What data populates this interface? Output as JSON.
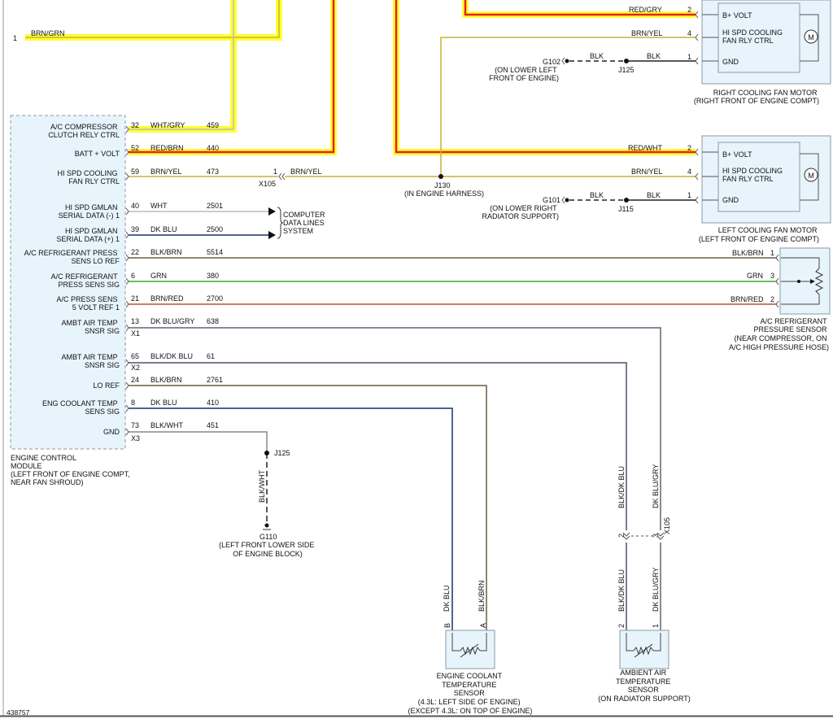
{
  "figure_id": "438757",
  "colors": {
    "highlight": "#ffff33",
    "power": "#e8201a",
    "brn_yel": "#c8b037",
    "blk": "#222222",
    "wht": "#bbbbbb",
    "dk_blu": "#1a2f6b",
    "grn": "#3aaa2a",
    "brn_red": "#b8552a",
    "blk_brn": "#6b5b45",
    "blk_dk_blu": "#4a5466",
    "dk_blu_gry": "#5c6677",
    "component_fill": "#e7f4fb",
    "component_stroke": "#8a9aa6"
  },
  "top_left_wire": {
    "pin": "1",
    "color": "BRN/GRN"
  },
  "ecm": {
    "name": [
      "ENGINE CONTROL",
      "MODULE",
      "(LEFT FRONT OF ENGINE COMPT,",
      "NEAR FAN SHROUD)"
    ],
    "pins": [
      {
        "label": [
          "A/C COMPRESSOR",
          "CLUTCH RELY CTRL"
        ],
        "pin": "32",
        "color": "WHT/GRY",
        "circuit": "459"
      },
      {
        "label": [
          "BATT + VOLT"
        ],
        "pin": "52",
        "color": "RED/BRN",
        "circuit": "440"
      },
      {
        "label": [
          "HI SPD COOLING",
          "FAN RLY CTRL"
        ],
        "pin": "59",
        "color": "BRN/YEL",
        "circuit": "473"
      },
      {
        "label": [
          "HI SPD GMLAN",
          "SERIAL DATA (-) 1"
        ],
        "pin": "40",
        "color": "WHT",
        "circuit": "2501"
      },
      {
        "label": [
          "HI SPD GMLAN",
          "SERIAL DATA (+) 1"
        ],
        "pin": "39",
        "color": "DK BLU",
        "circuit": "2500"
      },
      {
        "label": [
          "A/C REFRIGERANT PRESS",
          "SENS LO REF"
        ],
        "pin": "22",
        "color": "BLK/BRN",
        "circuit": "5514"
      },
      {
        "label": [
          "A/C REFRIGERANT",
          "PRESS SENS SIG"
        ],
        "pin": "6",
        "color": "GRN",
        "circuit": "380"
      },
      {
        "label": [
          "A/C PRESS SENS",
          "5 VOLT REF 1"
        ],
        "pin": "21",
        "color": "BRN/RED",
        "circuit": "2700"
      },
      {
        "label": [
          "AMBT AIR TEMP",
          "SNSR SIG"
        ],
        "pin": "13",
        "color": "DK BLU/GRY",
        "circuit": "638",
        "connector": "X1"
      },
      {
        "label": [
          "AMBT AIR TEMP",
          "SNSR SIG"
        ],
        "pin": "65",
        "color": "BLK/DK BLU",
        "circuit": "61",
        "connector": "X2"
      },
      {
        "label": [
          "LO REF"
        ],
        "pin": "24",
        "color": "BLK/BRN",
        "circuit": "2761"
      },
      {
        "label": [
          "ENG COOLANT TEMP",
          "SENS SIG"
        ],
        "pin": "8",
        "color": "DK BLU",
        "circuit": "410"
      },
      {
        "label": [
          "GND"
        ],
        "pin": "73",
        "color": "BLK/WHT",
        "circuit": "451",
        "connector": "X3"
      }
    ]
  },
  "x105": {
    "name": "X105",
    "pin": "1",
    "color": "BRN/YEL"
  },
  "computer_data": [
    "COMPUTER",
    "DATA LINES",
    "SYSTEM"
  ],
  "j130": {
    "name": "J130",
    "desc": "(IN ENGINE HARNESS)"
  },
  "right_fan": {
    "pins": [
      {
        "pin": "2",
        "color": "RED/GRY",
        "label": "B+ VOLT"
      },
      {
        "pin": "4",
        "color": "BRN/YEL",
        "label": [
          "HI SPD COOLING",
          "FAN RLY CTRL"
        ]
      },
      {
        "pin": "1",
        "color": "BLK",
        "label": "GND"
      }
    ],
    "motor": "M",
    "name": [
      "RIGHT COOLING FAN MOTOR",
      "(RIGHT FRONT OF ENGINE COMPT)"
    ],
    "ground": {
      "name": "G102",
      "desc": [
        "(ON LOWER LEFT",
        "FRONT OF ENGINE)"
      ],
      "splice": "J125",
      "wire1": "BLK",
      "wire2": "BLK"
    }
  },
  "left_fan": {
    "pins": [
      {
        "pin": "2",
        "color": "RED/WHT",
        "label": "B+ VOLT"
      },
      {
        "pin": "4",
        "color": "BRN/YEL",
        "label": [
          "HI SPD COOLING",
          "FAN RLY CTRL"
        ]
      },
      {
        "pin": "1",
        "color": "BLK",
        "label": "GND"
      }
    ],
    "motor": "M",
    "name": [
      "LEFT COOLING FAN MOTOR",
      "(LEFT FRONT OF ENGINE COMPT)"
    ],
    "ground": {
      "name": "G101",
      "desc": [
        "(ON LOWER RIGHT",
        "RADIATOR SUPPORT)"
      ],
      "splice": "J115",
      "wire1": "BLK",
      "wire2": "BLK"
    }
  },
  "pressure_sensor": {
    "pins": [
      {
        "pin": "1",
        "color": "BLK/BRN"
      },
      {
        "pin": "3",
        "color": "GRN"
      },
      {
        "pin": "2",
        "color": "BRN/RED"
      }
    ],
    "name": [
      "A/C REFRIGERANT",
      "PRESSURE SENSOR",
      "(NEAR COMPRESSOR, ON",
      "A/C HIGH PRESSURE HOSE)"
    ]
  },
  "ground_g110": {
    "splice": "J125",
    "wire": "BLK/WHT",
    "name": "G110",
    "desc": [
      "(LEFT FRONT LOWER SIDE",
      "OF ENGINE BLOCK)"
    ]
  },
  "coolant_sensor": {
    "wires": [
      {
        "pin": "B",
        "color": "DK BLU"
      },
      {
        "pin": "A",
        "color": "BLK/BRN"
      }
    ],
    "name": [
      "ENGINE COOLANT",
      "TEMPERATURE",
      "SENSOR",
      "(4.3L: LEFT SIDE OF ENGINE)",
      "(EXCEPT 4.3L: ON TOP OF ENGINE)"
    ]
  },
  "ambient_sensor": {
    "upper_wires": [
      {
        "color": "BLK/DK BLU",
        "pin": "2"
      },
      {
        "color": "DK BLU/GRY",
        "pin": "3"
      }
    ],
    "connector": "X105",
    "lower_wires": [
      {
        "color": "BLK/DK BLU",
        "pin": "2"
      },
      {
        "color": "DK BLU/GRY",
        "pin": "1"
      }
    ],
    "name": [
      "AMBIENT AIR",
      "TEMPERATURE",
      "SENSOR",
      "(ON RADIATOR SUPPORT)"
    ]
  }
}
